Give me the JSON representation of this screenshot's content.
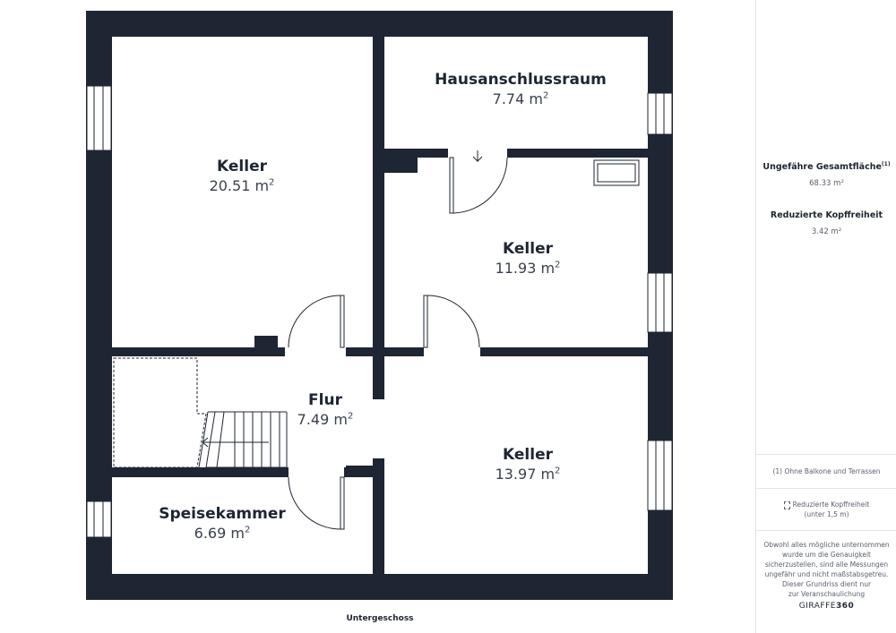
{
  "rooms": {
    "keller_left": {
      "name": "Keller",
      "area": "20.51 m",
      "unit_sup": "2"
    },
    "hausanschluss": {
      "name": "Hausanschlussraum",
      "area": "7.74 m",
      "unit_sup": "2"
    },
    "keller_mid": {
      "name": "Keller",
      "area": "11.93 m",
      "unit_sup": "2"
    },
    "flur": {
      "name": "Flur",
      "area": "7.49 m",
      "unit_sup": "2"
    },
    "keller_bottom": {
      "name": "Keller",
      "area": "13.97 m",
      "unit_sup": "2"
    },
    "speisekammer": {
      "name": "Speisekammer",
      "area": "6.69 m",
      "unit_sup": "2"
    }
  },
  "floor_label": "Untergeschoss",
  "sidebar": {
    "total_title": "Ungefähre Gesamtfläche",
    "total_sup": "(1)",
    "total_value": "68.33 m²",
    "reduced_title": "Reduzierte Kopffreiheit",
    "reduced_value": "3.42 m²",
    "footnote": "(1) Ohne Balkone und Terrassen",
    "legend_line1": "Reduzierte Kopffreiheit",
    "legend_line2": "(unter 1,5 m)",
    "disclaimer": [
      "Obwohl alles mögliche unternommen",
      "wurde um die Genauigkeit",
      "sicherzustellen, sind alle Messungen",
      "ungefähr und nicht maßstabsgetreu.",
      "Dieser Grundriss dient nur",
      "zur Veranschaulichung"
    ],
    "brand_prefix": "GIRAFFE",
    "brand_suffix": "360"
  },
  "colors": {
    "wall": "#1e2533",
    "window": "#ffffff",
    "background": "#ffffff"
  }
}
